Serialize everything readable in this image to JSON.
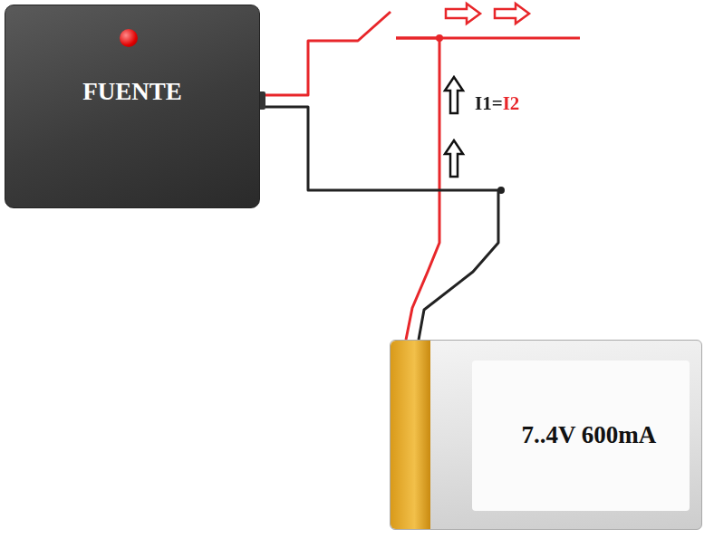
{
  "diagram": {
    "nodes": [
      {
        "text": [
          "FUENTE"
        ]
      },
      {
        "text": [
          "7..4V 600mA"
        ]
      }
    ],
    "edges": [
      {
        "from": 0,
        "to": 1,
        "arrow": "none"
      },
      {
        "from": 0,
        "to": 1,
        "arrow": "none"
      }
    ],
    "labels": [
      "I1=I2"
    ]
  }
}
